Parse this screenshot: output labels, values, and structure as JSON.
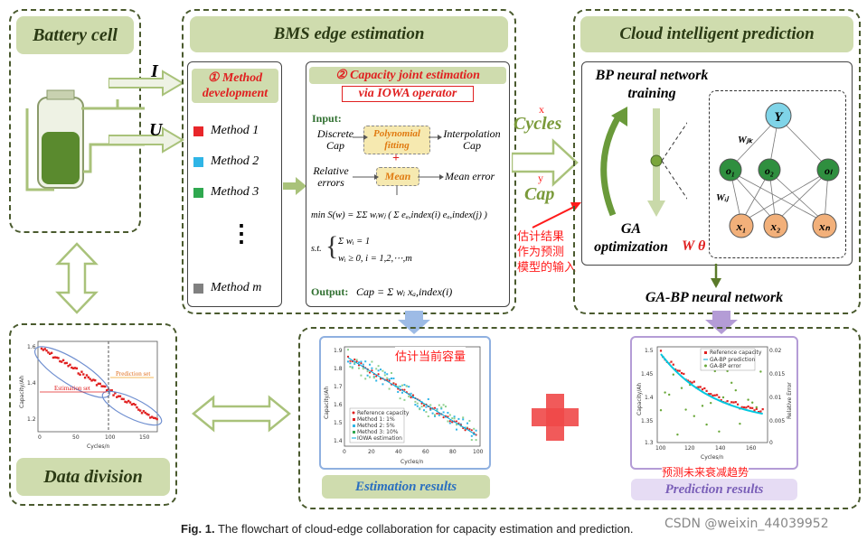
{
  "headers": {
    "battery_cell": "Battery cell",
    "bms_edge": "BMS edge estimation",
    "cloud": "Cloud intelligent prediction",
    "data_division": "Data division"
  },
  "signals": {
    "current": "I",
    "voltage": "U",
    "cycles": "Cycles",
    "cap": "Cap",
    "x_mark": "x",
    "y_mark": "y"
  },
  "method_panel": {
    "title": "① Method development",
    "methods": [
      {
        "label": "Method 1",
        "color": "#e8262a"
      },
      {
        "label": "Method 2",
        "color": "#2fb5e6"
      },
      {
        "label": "Method 3",
        "color": "#2fa84f"
      },
      {
        "label": "Method m",
        "color": "#808080"
      }
    ],
    "ellipsis": "⋮"
  },
  "iowa_panel": {
    "title_line1": "② Capacity joint estimation",
    "title_line2": "via IOWA operator",
    "input_label": "Input:",
    "discrete_cap": "Discrete Cap",
    "poly_fitting": "Polynomial fitting",
    "interpolation_cap": "Interpolation Cap",
    "relative_errors": "Relative errors",
    "mean": "Mean",
    "mean_error": "Mean error",
    "formula_min": "min S(w) = ΣΣ wᵢwⱼ ( Σ eₐ,index(i) eₐ,index(j) )",
    "constraint_1": "Σ wᵢ = 1",
    "constraint_2": "wᵢ ≥ 0, i = 1,2,⋯,m",
    "st": "s.t.",
    "output_label": "Output:",
    "output_formula": "Cap = Σ wᵢ xₐ,index(i)"
  },
  "annotations": {
    "est_as_input": "估计结果\n作为预测\n模型的输入",
    "est_current": "估计当前容量",
    "predict_future": "预测未来衰减趋势"
  },
  "cloud_panel": {
    "bp_training": "BP neural network training",
    "ga_optimization": "GA optimization",
    "w_theta": "W θ",
    "ga_bp": "GA-BP neural network",
    "nodes": {
      "y": "Y",
      "o1": "o₁",
      "o2": "o₂",
      "ol": "oₗ",
      "x1": "x₁",
      "x2": "x₂",
      "xn": "xₙ"
    },
    "w_jk": "Wⱼₖ",
    "w_ij": "Wᵢⱼ"
  },
  "bottom_labels": {
    "estimation": "Estimation results",
    "prediction": "Prediction results"
  },
  "division_chart": {
    "xlabel": "Cycles/n",
    "ylabel": "Capacity/Ah",
    "estimation_set": "Estimation set",
    "prediction_set": "Prediction set",
    "xticks": [
      "0",
      "50",
      "100",
      "150"
    ],
    "yticks": [
      "1.6",
      "1.4",
      "1.2"
    ]
  },
  "estimation_chart": {
    "xlabel": "Cycles/n",
    "ylabel": "Capacity/Ah",
    "xticks": [
      "0",
      "20",
      "40",
      "60",
      "80",
      "100"
    ],
    "yticks": [
      "1.9",
      "1.8",
      "1.7",
      "1.6",
      "1.5",
      "1.4"
    ],
    "legend": [
      "Reference capacity",
      "Method 1: 1%",
      "Method 2: 5%",
      "Method 3: 10%",
      "IOWA estimation"
    ]
  },
  "prediction_chart": {
    "xlabel": "Cycles/n",
    "ylabel": "Capacity/Ah",
    "y2label": "Relative Error",
    "xticks": [
      "100",
      "120",
      "140",
      "160"
    ],
    "yticks": [
      "1.5",
      "1.45",
      "1.4",
      "1.35",
      "1.3"
    ],
    "y2ticks": [
      "0.02",
      "0.015",
      "0.01",
      "0.005",
      "0"
    ],
    "legend": [
      "Reference capacity",
      "GA-BP prediction",
      "GA-BP error"
    ]
  },
  "caption": {
    "fig": "Fig. 1.",
    "text": "The flowchart of cloud-edge collaboration for capacity estimation and prediction."
  },
  "watermark": "CSDN @weixin_44039952",
  "colors": {
    "panel_bg": "#cfdcae",
    "dash": "#4a5a2e",
    "arrow_green": "#a9c27a",
    "arrow_blue": "#9dbbe6",
    "arrow_purple": "#b49cd6",
    "red": "#e02020"
  }
}
